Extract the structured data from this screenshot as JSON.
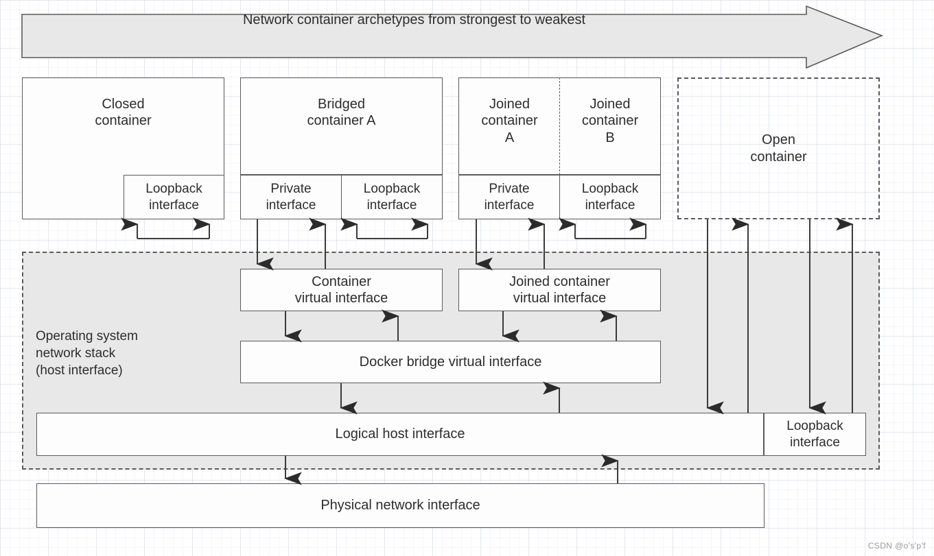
{
  "diagram": {
    "title_banner": {
      "label": "Network container archetypes from strongest to weakest",
      "fill": "#e8e8e8",
      "stroke": "#5a5a5a"
    },
    "containers": [
      {
        "id": "closed",
        "label": "Closed\ncontainer",
        "style": "solid",
        "interfaces": [
          {
            "id": "closed-loopback",
            "label": "Loopback\ninterface"
          }
        ]
      },
      {
        "id": "bridged",
        "label": "Bridged\ncontainer A",
        "style": "solid",
        "interfaces": [
          {
            "id": "bridged-private",
            "label": "Private\ninterface"
          },
          {
            "id": "bridged-loopback",
            "label": "Loopback\ninterface"
          }
        ]
      },
      {
        "id": "joined-a",
        "label": "Joined\ncontainer\nA",
        "style": "solid",
        "interfaces": [
          {
            "id": "joined-private",
            "label": "Private\ninterface"
          }
        ]
      },
      {
        "id": "joined-b",
        "label": "Joined\ncontainer\nB",
        "style": "solid",
        "interfaces": [
          {
            "id": "joined-loopback",
            "label": "Loopback\ninterface"
          }
        ]
      },
      {
        "id": "open",
        "label": "Open\ncontainer",
        "style": "dashed",
        "interfaces": []
      }
    ],
    "os_stack": {
      "label": "Operating system\nnetwork stack\n(host interface)",
      "style": "dashed",
      "fill": "#e8e8e8",
      "nodes": [
        {
          "id": "container-vif",
          "label": "Container\nvirtual interface"
        },
        {
          "id": "joined-container-vif",
          "label": "Joined container\nvirtual interface"
        },
        {
          "id": "docker-bridge-vif",
          "label": "Docker bridge virtual interface"
        },
        {
          "id": "logical-host-interface",
          "label": "Logical host interface"
        },
        {
          "id": "host-loopback-interface",
          "label": "Loopback\ninterface"
        }
      ]
    },
    "physical": {
      "id": "physical-network-interface",
      "label": "Physical network interface"
    },
    "watermark": "CSDN @o's'p'f"
  },
  "colors": {
    "line": "#3a3a3a",
    "box_stroke": "#5a5a5a",
    "box_fill": "#fdfdfd",
    "shaded_fill": "#e8e8e8",
    "text": "#2d2d2d",
    "watermark": "#9a9a9a"
  }
}
